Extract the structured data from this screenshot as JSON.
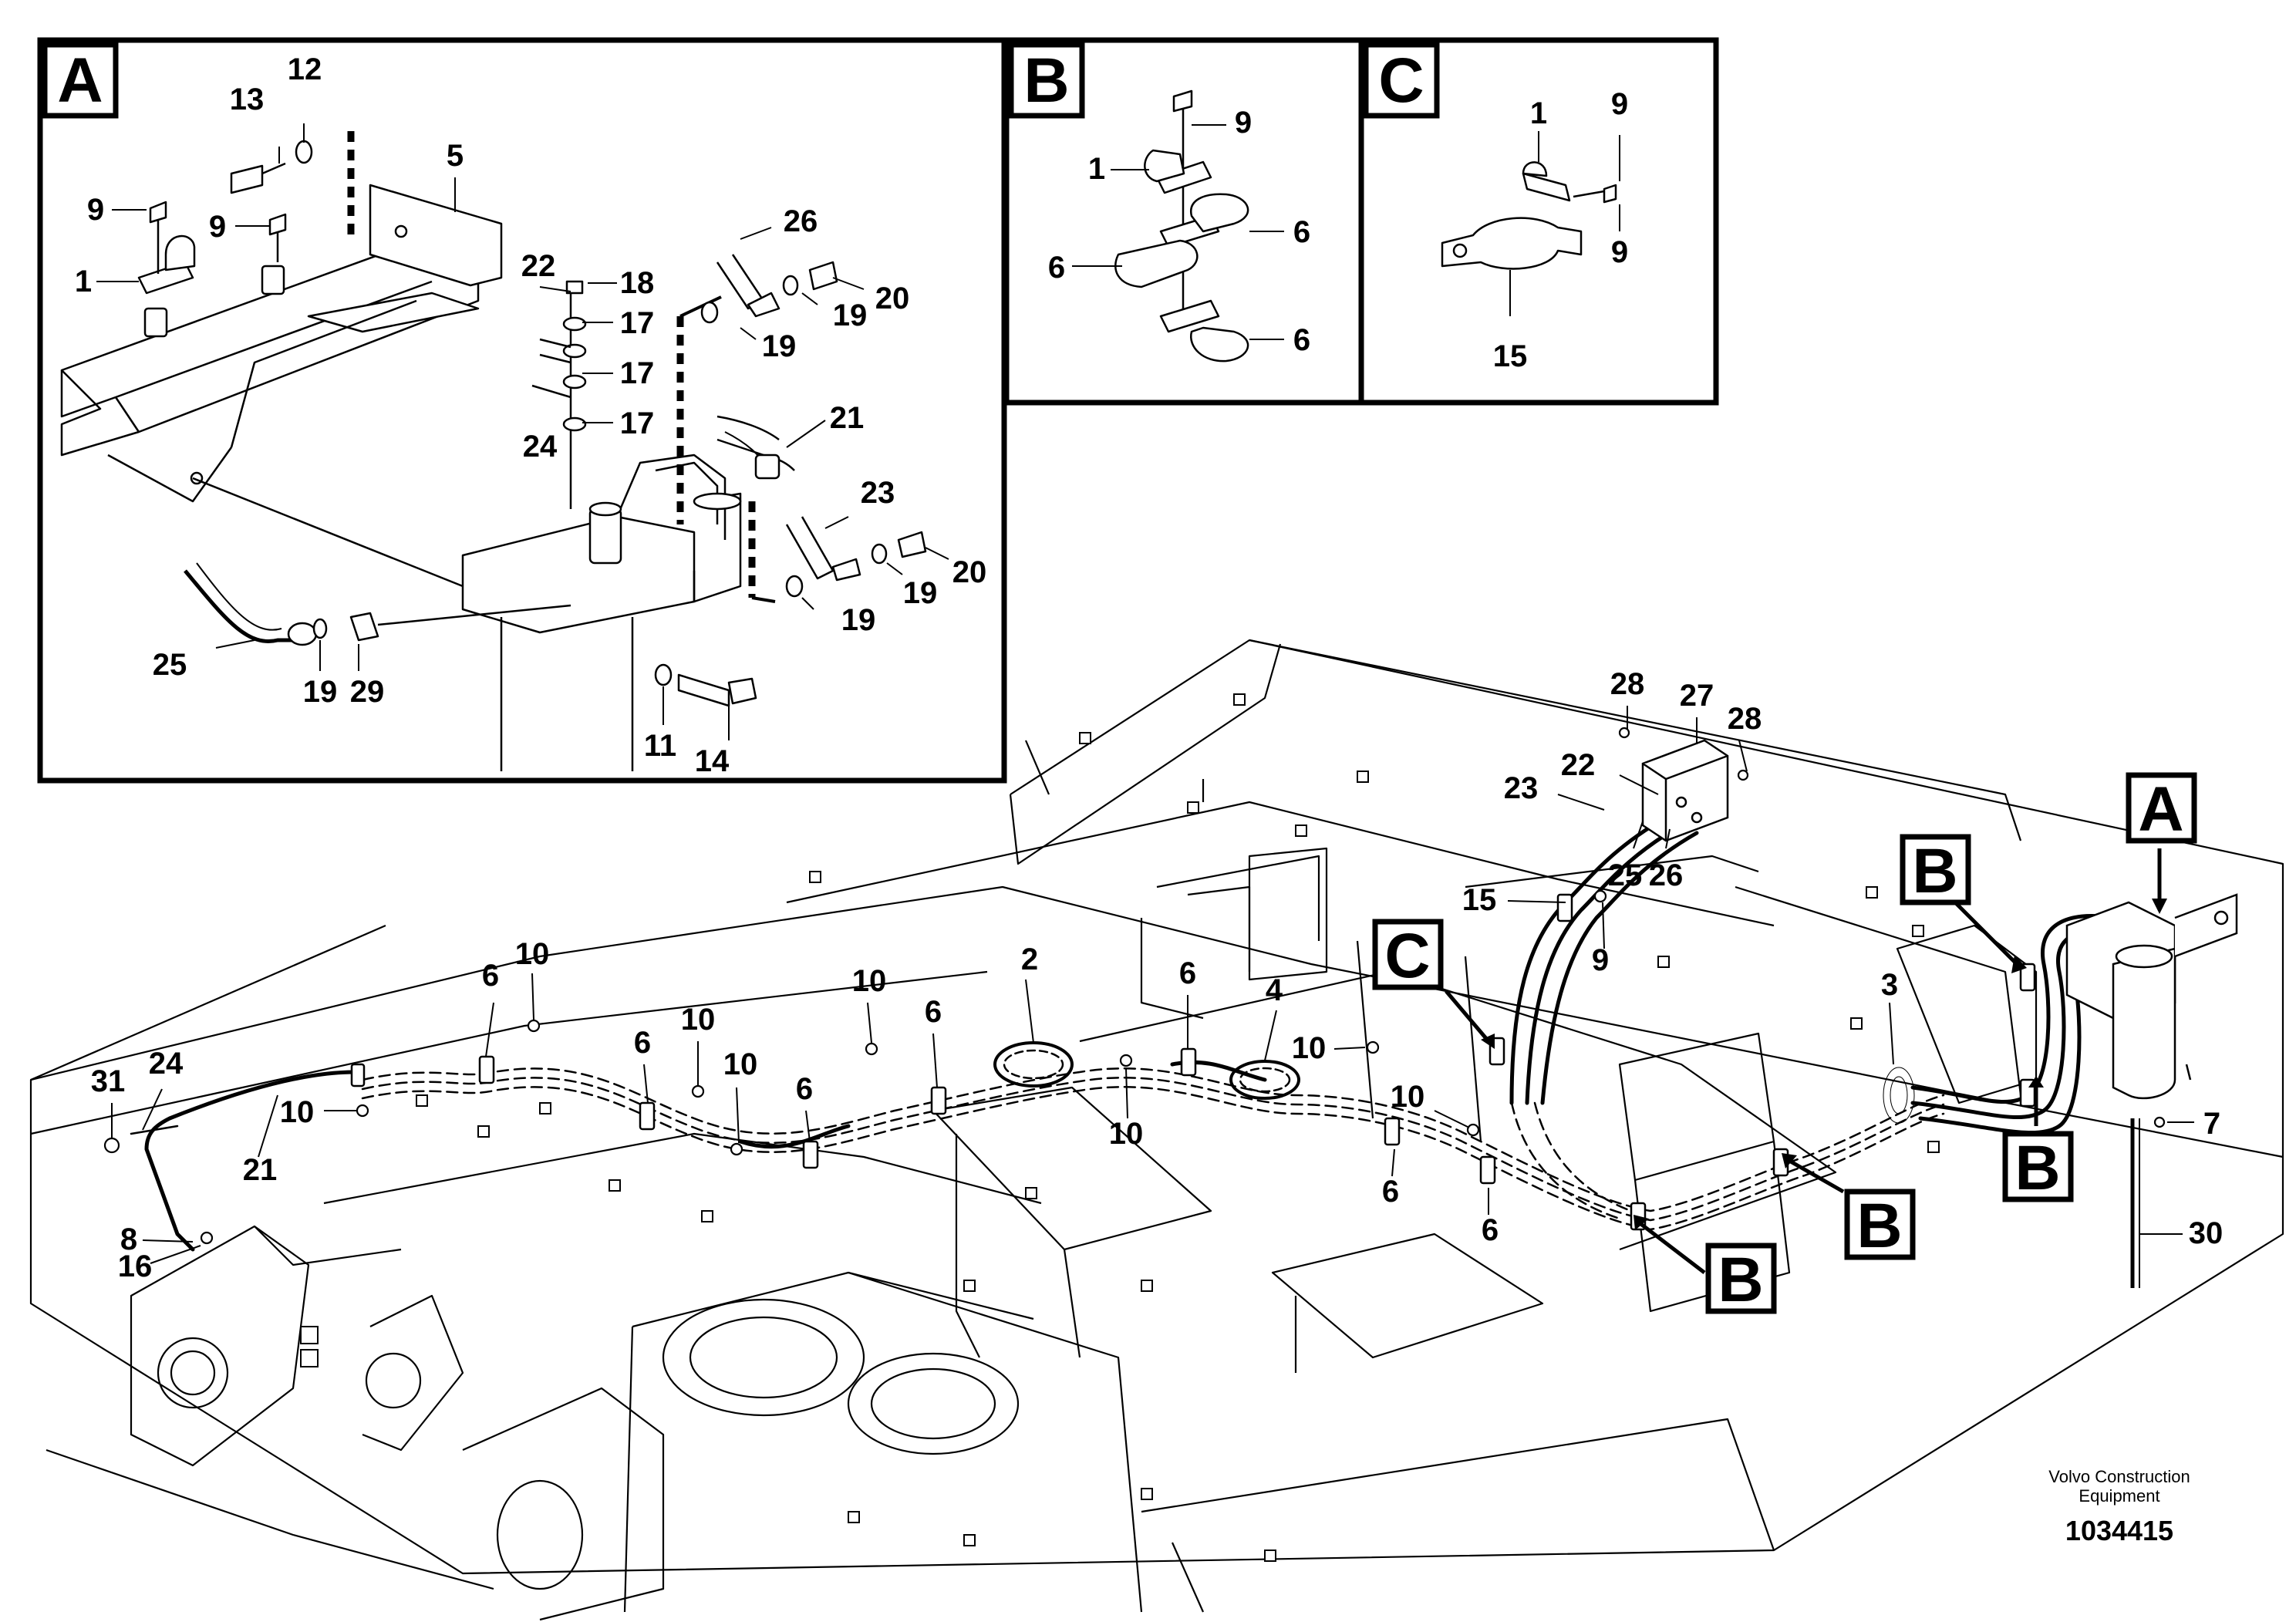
{
  "panels": {
    "a": {
      "label": "A"
    },
    "b": {
      "label": "B"
    },
    "c": {
      "label": "C"
    }
  },
  "labels_a": [
    "13",
    "12",
    "5",
    "9",
    "9",
    "1",
    "22",
    "18",
    "17",
    "17",
    "24",
    "17",
    "26",
    "20",
    "19",
    "19",
    "21",
    "23",
    "20",
    "19",
    "19",
    "25",
    "19",
    "29",
    "11",
    "14"
  ],
  "labels_b": [
    "9",
    "1",
    "6",
    "6",
    "6"
  ],
  "labels_c": [
    "1",
    "9",
    "9",
    "15"
  ],
  "labels_main": [
    "28",
    "27",
    "28",
    "22",
    "23",
    "25",
    "26",
    "15",
    "9",
    "10",
    "6",
    "31",
    "24",
    "21",
    "10",
    "8",
    "16",
    "6",
    "10",
    "10",
    "6",
    "10",
    "6",
    "2",
    "6",
    "4",
    "10",
    "10",
    "10",
    "6",
    "6",
    "3",
    "7",
    "30"
  ],
  "callouts": [
    "A",
    "B",
    "C",
    "B",
    "B",
    "B"
  ],
  "footer": {
    "company_line1": "Volvo Construction",
    "company_line2": "Equipment",
    "doc_number": "1034415"
  }
}
